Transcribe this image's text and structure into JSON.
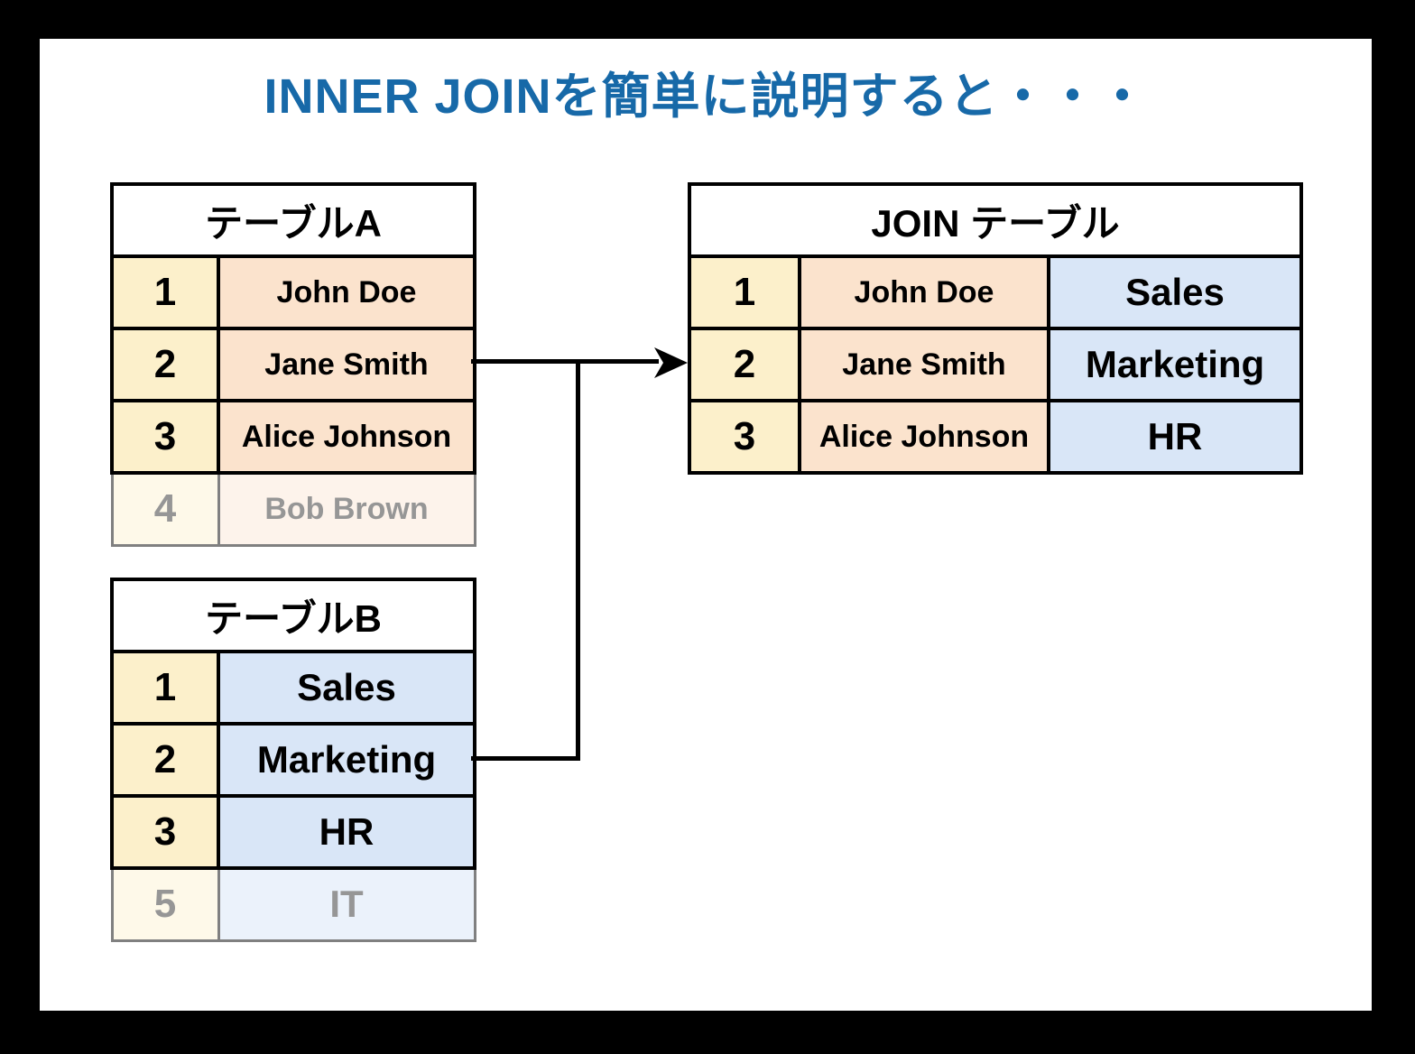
{
  "title": {
    "text": "INNER JOINを簡単に説明すると・・・"
  },
  "colors": {
    "title_blue": "#1769A8",
    "border_black": "#000000",
    "id_yellow": "#FCF0CB",
    "name_orange": "#FBE3CD",
    "dept_blue": "#D9E6F7",
    "faded_yellow": "#FEF9E9",
    "faded_orange": "#FDF3EB",
    "faded_blue": "#EBF2FB",
    "faded_text": "#969696",
    "faded_border": "#808080"
  },
  "table_a": {
    "title": "テーブルA",
    "rows": [
      {
        "id": "1",
        "name": "John Doe"
      },
      {
        "id": "2",
        "name": "Jane Smith"
      },
      {
        "id": "3",
        "name": "Alice Johnson"
      },
      {
        "id": "4",
        "name": "Bob Brown"
      }
    ]
  },
  "table_b": {
    "title": "テーブルB",
    "rows": [
      {
        "id": "1",
        "dept": "Sales"
      },
      {
        "id": "2",
        "dept": "Marketing"
      },
      {
        "id": "3",
        "dept": "HR"
      },
      {
        "id": "5",
        "dept": "IT"
      }
    ]
  },
  "join_table": {
    "title": "JOIN テーブル",
    "rows": [
      {
        "id": "1",
        "name": "John Doe",
        "dept": "Sales"
      },
      {
        "id": "2",
        "name": "Jane Smith",
        "dept": "Marketing"
      },
      {
        "id": "3",
        "name": "Alice Johnson",
        "dept": "HR"
      }
    ]
  }
}
